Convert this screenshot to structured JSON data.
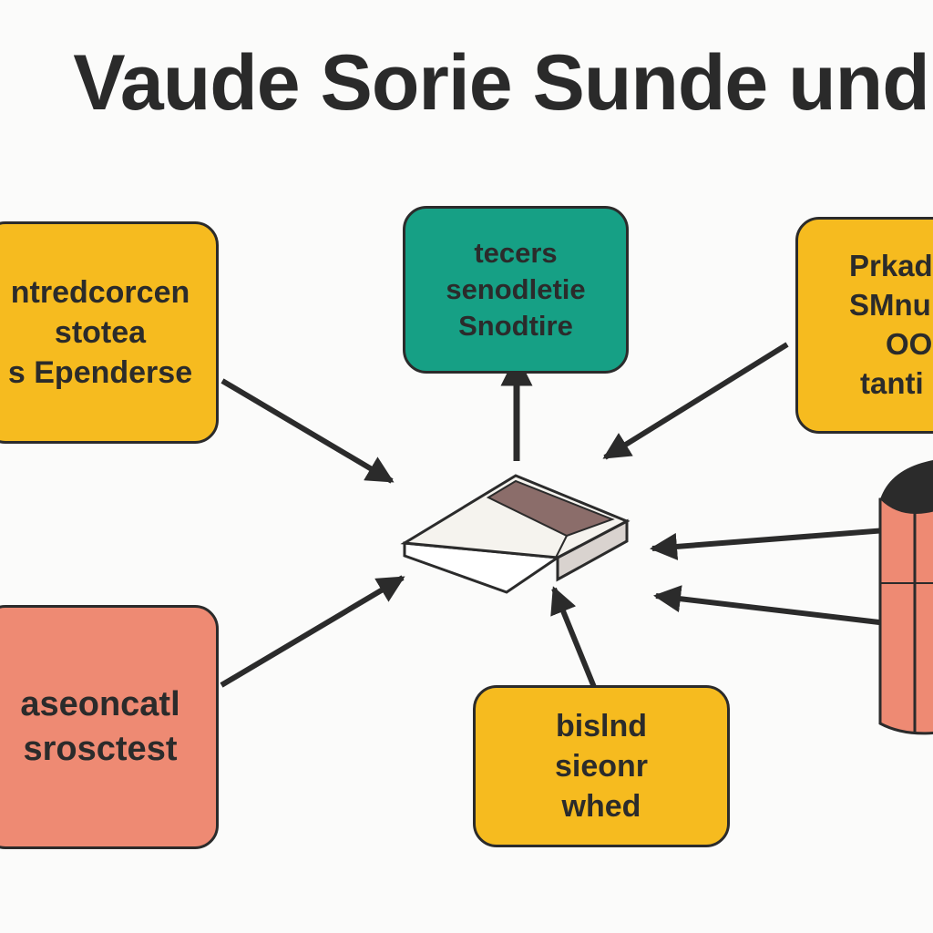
{
  "diagram": {
    "title": "Vaude Sorie Sunde und",
    "boxes": {
      "top_left": {
        "lines": [
          "ntredcorcen",
          "stotea",
          "s Ependerse"
        ]
      },
      "top_center": {
        "lines": [
          "tecers",
          "senodletie",
          "Snodtire"
        ]
      },
      "top_right": {
        "lines": [
          "Prkad",
          "SMnu",
          "OO",
          "tanti"
        ]
      },
      "bottom_left": {
        "lines": [
          "aseoncatl",
          "srosctest"
        ]
      },
      "bottom_center": {
        "lines": [
          "bislnd",
          "sieonr",
          "whed"
        ]
      }
    },
    "colors": {
      "yellow": "#f6bb1f",
      "teal": "#16a085",
      "salmon": "#ee8a73",
      "device_lid": "#8b6d6a",
      "cylinder": "#ee8a73",
      "line": "#2b2b2b"
    }
  }
}
